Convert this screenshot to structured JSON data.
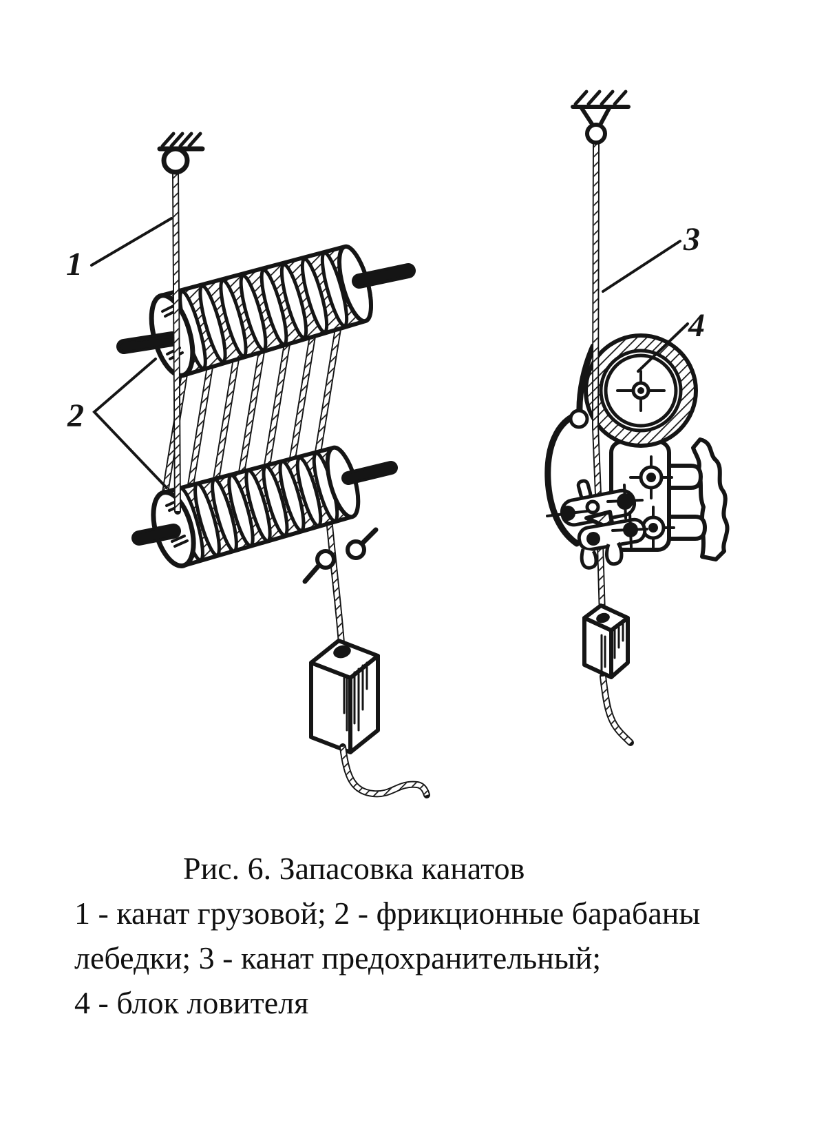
{
  "figure": {
    "caption_title": "Рис. 6. Запасовка канатов",
    "caption_lines": [
      "1 - канат грузовой; 2 - фрикционные барабаны",
      "лебедки; 3 - канат предохранительный;",
      "4 - блок ловителя"
    ],
    "labels": [
      {
        "id": "1",
        "part": "канат грузовой"
      },
      {
        "id": "2",
        "part": "фрикционные барабаны лебедки"
      },
      {
        "id": "3",
        "part": "канат предохранительный"
      },
      {
        "id": "4",
        "part": "блок ловителя"
      }
    ],
    "ink_color": "#151515",
    "background_color": "#ffffff"
  }
}
